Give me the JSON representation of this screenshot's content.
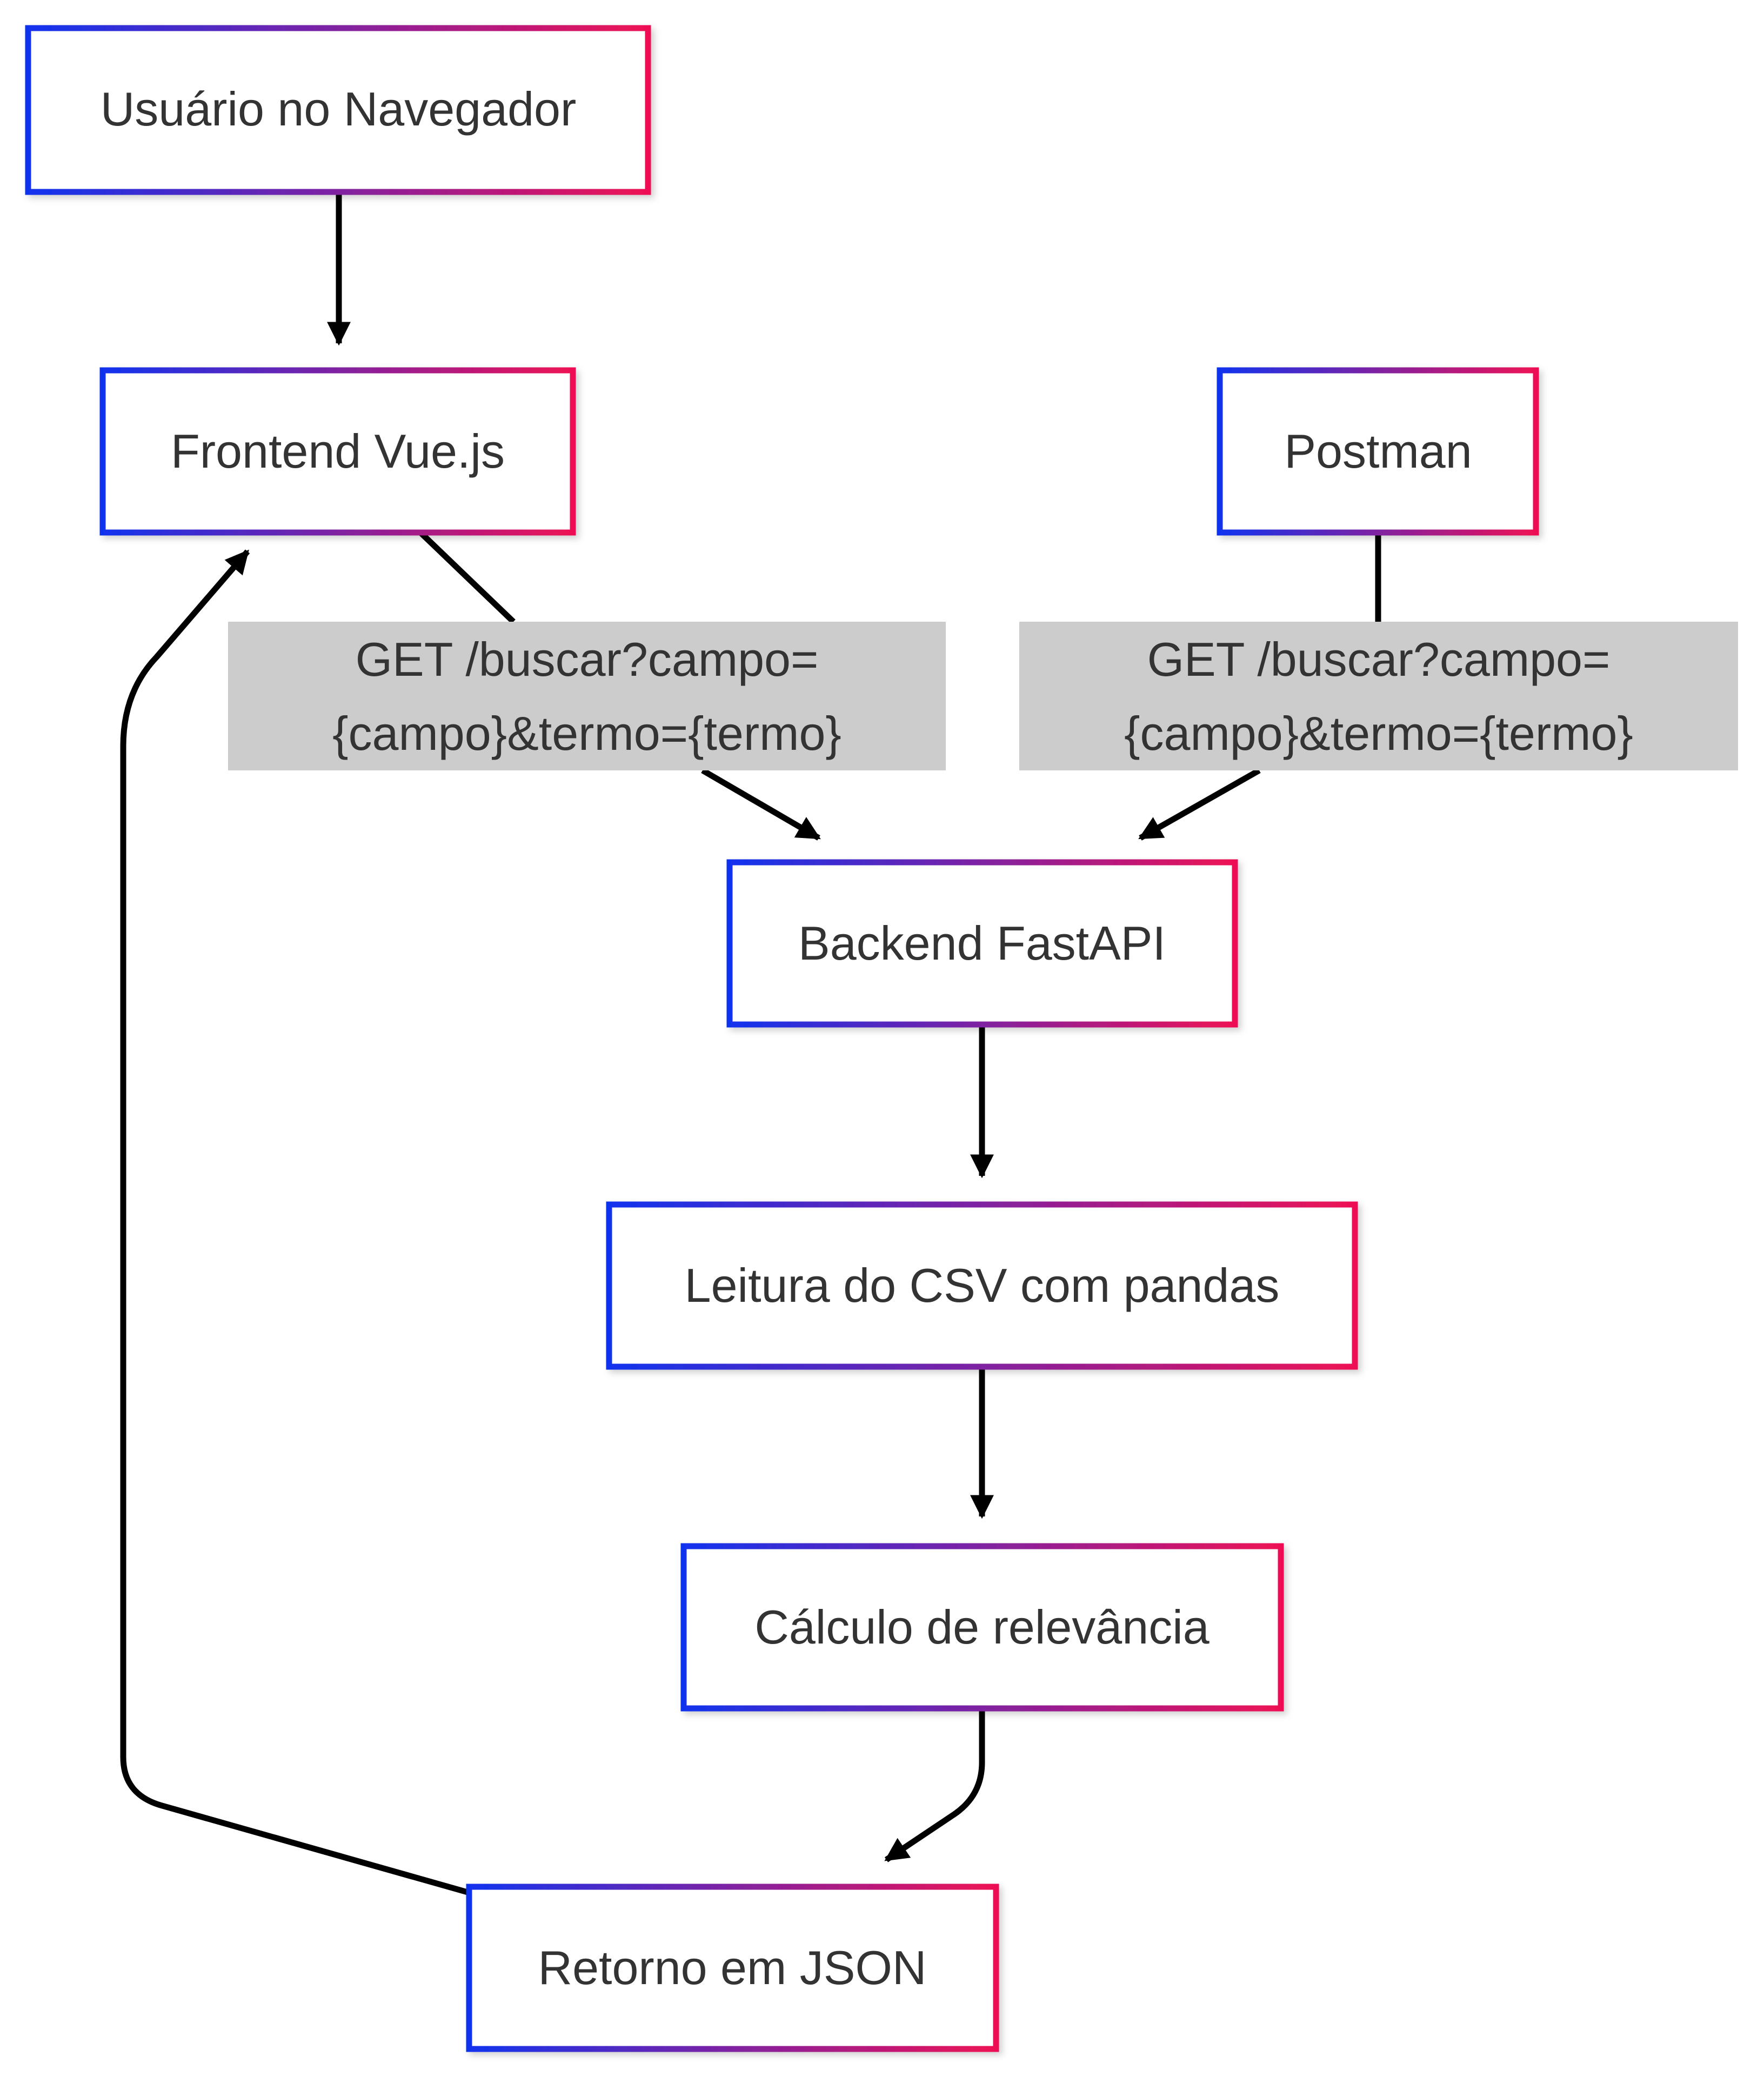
{
  "diagram": {
    "nodes": {
      "usuario": "Usuário no Navegador",
      "frontend": "Frontend Vue.js",
      "postman": "Postman",
      "backend": "Backend FastAPI",
      "leitura": "Leitura do CSV com pandas",
      "calculo": "Cálculo de relevância",
      "retorno": "Retorno em JSON"
    },
    "edge_labels": {
      "frontend_to_backend": {
        "line1": "GET /buscar?campo=",
        "line2": "{campo}&termo={termo}"
      },
      "postman_to_backend": {
        "line1": "GET /buscar?campo=",
        "line2": "{campo}&termo={termo}"
      }
    },
    "colors": {
      "border_gradient_start": "#1133ee",
      "border_gradient_end": "#ee1155",
      "edge": "#000000",
      "label_background": "#cccccc",
      "text": "#333333"
    }
  }
}
